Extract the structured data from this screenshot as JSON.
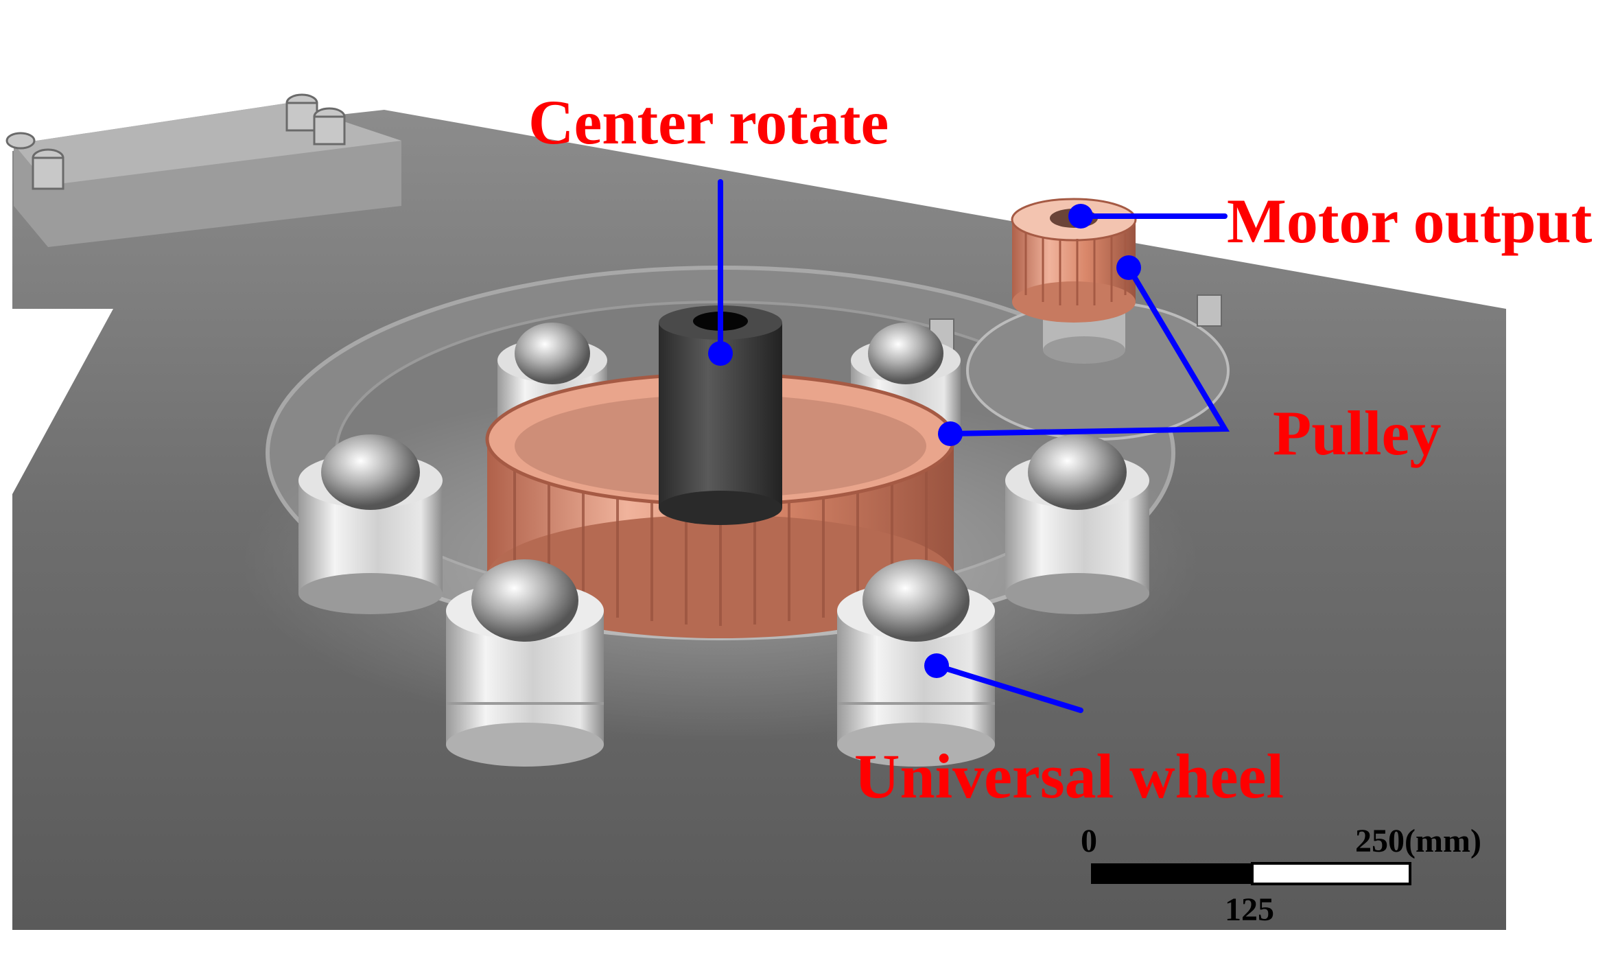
{
  "labels": {
    "center_rotate": "Center rotate",
    "motor_output": "Motor output",
    "pulley": "Pulley",
    "universal_wheel": "Universal wheel"
  },
  "scale_bar": {
    "start": "0",
    "end": "250(mm)",
    "mid": "125"
  },
  "colors": {
    "label_text": "#ff0000",
    "leader_lines": "#0000ff",
    "copper": "#d9876a",
    "plate": "#7a7a7a",
    "steel": "#d8d8d8"
  }
}
